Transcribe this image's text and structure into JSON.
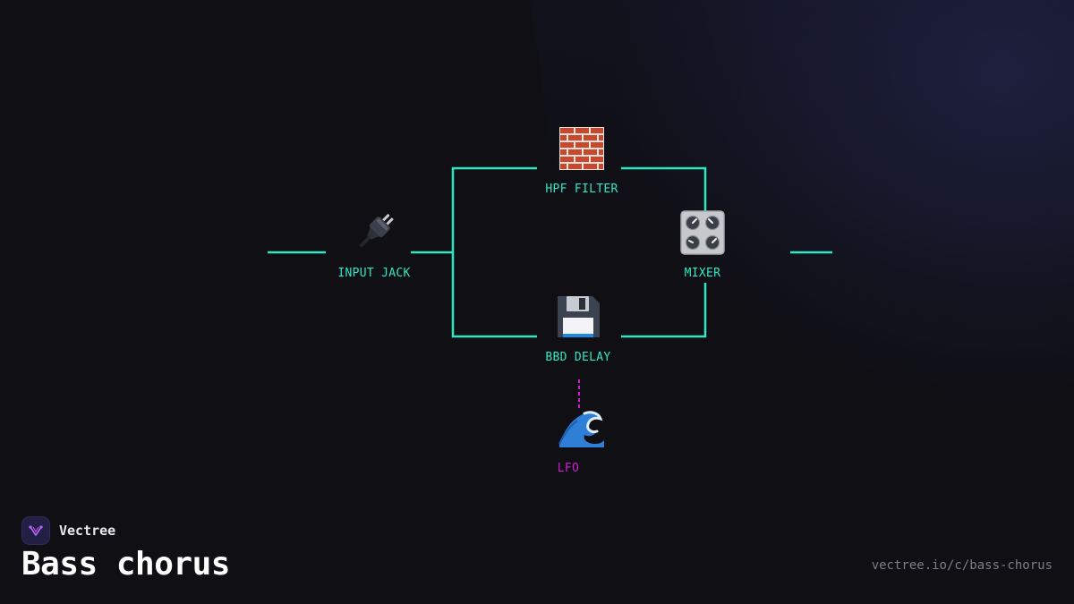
{
  "diagram": {
    "nodes": [
      {
        "id": "input-jack",
        "label": "INPUT JACK",
        "icon": "electric-plug-icon"
      },
      {
        "id": "hpf-filter",
        "label": "HPF FILTER",
        "icon": "brick-wall-icon"
      },
      {
        "id": "bbd-delay",
        "label": "BBD DELAY",
        "icon": "floppy-disk-icon"
      },
      {
        "id": "mixer",
        "label": "MIXER",
        "icon": "control-knobs-icon"
      },
      {
        "id": "lfo",
        "label": "LFO",
        "icon": "water-wave-icon"
      }
    ],
    "edges": [
      {
        "from": "input-jack",
        "to": "hpf-filter",
        "style": "solid"
      },
      {
        "from": "input-jack",
        "to": "bbd-delay",
        "style": "solid"
      },
      {
        "from": "hpf-filter",
        "to": "mixer",
        "style": "solid"
      },
      {
        "from": "bbd-delay",
        "to": "mixer",
        "style": "solid"
      },
      {
        "from": "lfo",
        "to": "bbd-delay",
        "style": "dashed"
      }
    ],
    "colors": {
      "signal": "#2ee8c4",
      "modulation": "#d11ad8"
    }
  },
  "footer": {
    "brand": "Vectree",
    "title": "Bass chorus",
    "url": "vectree.io/c/bass-chorus"
  }
}
